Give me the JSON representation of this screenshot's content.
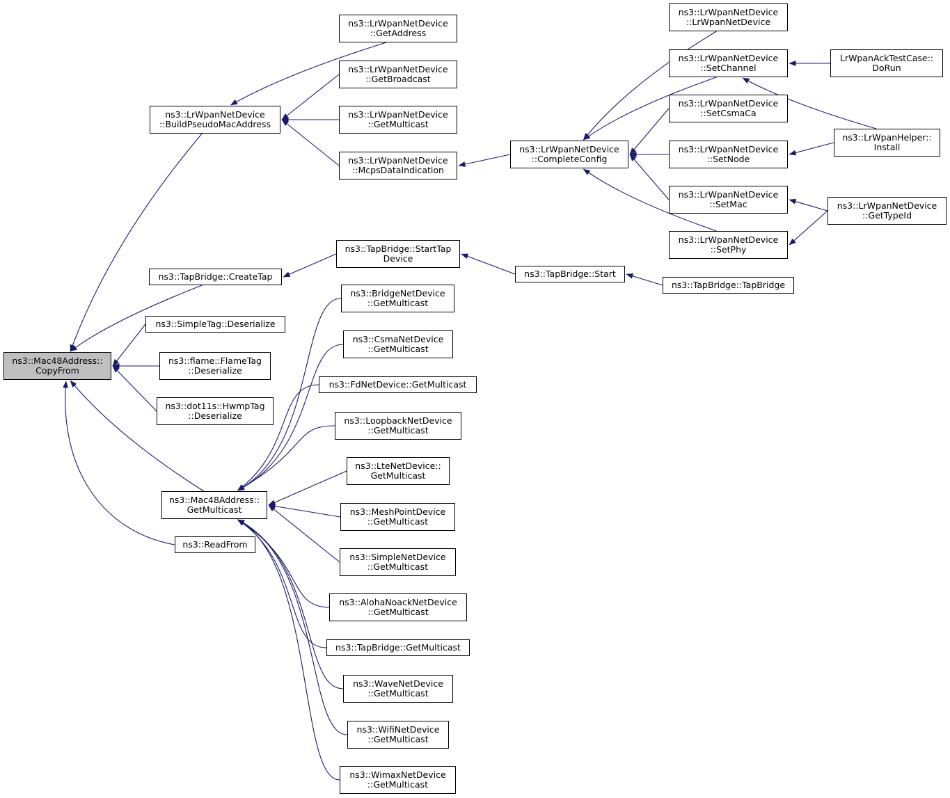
{
  "graph": {
    "edge_color": "#191970",
    "root_fill": "#bfbfbf",
    "nodes": [
      {
        "id": "copyfrom",
        "lines": [
          "ns3::Mac48Address::",
          "CopyFrom"
        ],
        "root": true
      },
      {
        "id": "buildpseudo",
        "lines": [
          "ns3::LrWpanNetDevice",
          "::BuildPseudoMacAddress"
        ]
      },
      {
        "id": "createtap",
        "lines": [
          "ns3::TapBridge::CreateTap"
        ]
      },
      {
        "id": "simpletag",
        "lines": [
          "ns3::SimpleTag::Deserialize"
        ]
      },
      {
        "id": "flametag",
        "lines": [
          "ns3::flame::FlameTag",
          "::Deserialize"
        ]
      },
      {
        "id": "hwmptag",
        "lines": [
          "ns3::dot11s::HwmpTag",
          "::Deserialize"
        ]
      },
      {
        "id": "macgetmc",
        "lines": [
          "ns3::Mac48Address::",
          "GetMulticast"
        ]
      },
      {
        "id": "readfrom",
        "lines": [
          "ns3::ReadFrom"
        ]
      },
      {
        "id": "lr_getaddress",
        "lines": [
          "ns3::LrWpanNetDevice",
          "::GetAddress"
        ]
      },
      {
        "id": "lr_getbroadcast",
        "lines": [
          "ns3::LrWpanNetDevice",
          "::GetBroadcast"
        ]
      },
      {
        "id": "lr_getmulticast",
        "lines": [
          "ns3::LrWpanNetDevice",
          "::GetMulticast"
        ]
      },
      {
        "id": "lr_mcps",
        "lines": [
          "ns3::LrWpanNetDevice",
          "::McpsDataIndication"
        ]
      },
      {
        "id": "tb_starttap",
        "lines": [
          "ns3::TapBridge::StartTap",
          "Device"
        ]
      },
      {
        "id": "bridge_gm",
        "lines": [
          "ns3::BridgeNetDevice",
          "::GetMulticast"
        ]
      },
      {
        "id": "csma_gm",
        "lines": [
          "ns3::CsmaNetDevice",
          "::GetMulticast"
        ]
      },
      {
        "id": "fd_gm",
        "lines": [
          "ns3::FdNetDevice::GetMulticast"
        ]
      },
      {
        "id": "loop_gm",
        "lines": [
          "ns3::LoopbackNetDevice",
          "::GetMulticast"
        ]
      },
      {
        "id": "lte_gm",
        "lines": [
          "ns3::LteNetDevice::",
          "GetMulticast"
        ]
      },
      {
        "id": "mesh_gm",
        "lines": [
          "ns3::MeshPointDevice",
          "::GetMulticast"
        ]
      },
      {
        "id": "simple_gm",
        "lines": [
          "ns3::SimpleNetDevice",
          "::GetMulticast"
        ]
      },
      {
        "id": "aloha_gm",
        "lines": [
          "ns3::AlohaNoackNetDevice",
          "::GetMulticast"
        ]
      },
      {
        "id": "tb_gm",
        "lines": [
          "ns3::TapBridge::GetMulticast"
        ]
      },
      {
        "id": "wave_gm",
        "lines": [
          "ns3::WaveNetDevice",
          "::GetMulticast"
        ]
      },
      {
        "id": "wifi_gm",
        "lines": [
          "ns3::WifiNetDevice",
          "::GetMulticast"
        ]
      },
      {
        "id": "wimax_gm",
        "lines": [
          "ns3::WimaxNetDevice",
          "::GetMulticast"
        ]
      },
      {
        "id": "lr_completeconfig",
        "lines": [
          "ns3::LrWpanNetDevice",
          "::CompleteConfig"
        ]
      },
      {
        "id": "tb_start",
        "lines": [
          "ns3::TapBridge::Start"
        ]
      },
      {
        "id": "lr_ctor",
        "lines": [
          "ns3::LrWpanNetDevice",
          "::LrWpanNetDevice"
        ]
      },
      {
        "id": "lr_setchannel",
        "lines": [
          "ns3::LrWpanNetDevice",
          "::SetChannel"
        ]
      },
      {
        "id": "lr_setcsmaca",
        "lines": [
          "ns3::LrWpanNetDevice",
          "::SetCsmaCa"
        ]
      },
      {
        "id": "lr_setnode",
        "lines": [
          "ns3::LrWpanNetDevice",
          "::SetNode"
        ]
      },
      {
        "id": "lr_setmac",
        "lines": [
          "ns3::LrWpanNetDevice",
          "::SetMac"
        ]
      },
      {
        "id": "lr_setphy",
        "lines": [
          "ns3::LrWpanNetDevice",
          "::SetPhy"
        ]
      },
      {
        "id": "tb_ctor",
        "lines": [
          "ns3::TapBridge::TapBridge"
        ]
      },
      {
        "id": "ack_dorun",
        "lines": [
          "LrWpanAckTestCase::",
          "DoRun"
        ]
      },
      {
        "id": "helper_install",
        "lines": [
          "ns3::LrWpanHelper::",
          "Install"
        ]
      },
      {
        "id": "lr_gettypeid",
        "lines": [
          "ns3::LrWpanNetDevice",
          "::GetTypeId"
        ]
      }
    ]
  }
}
